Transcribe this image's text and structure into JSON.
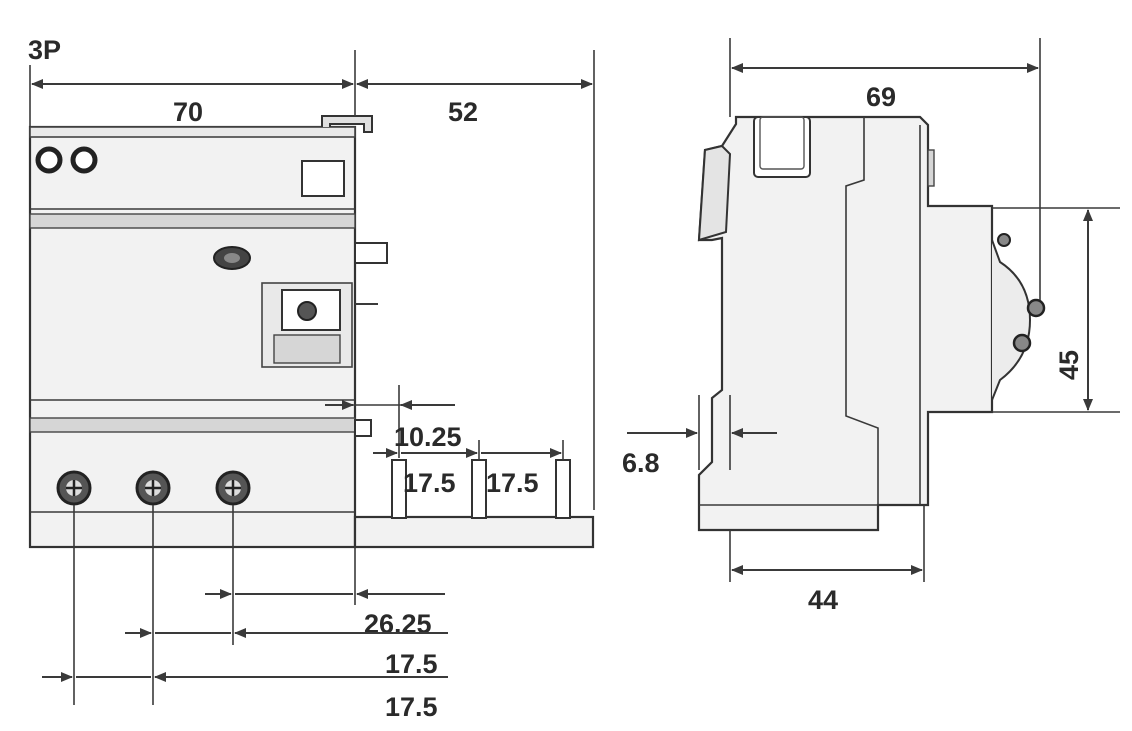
{
  "labels": {
    "poles": "3P",
    "width_front": "70",
    "width_busbar": "52",
    "busbar_offset": "10.25",
    "pitch_busbar_a": "17.5",
    "pitch_busbar_b": "17.5",
    "terminal_offset": "26.25",
    "terminal_pitch_a": "17.5",
    "terminal_pitch_b": "17.5",
    "depth_total": "69",
    "depth_base": "44",
    "height_front": "45",
    "rail_offset": "6.8"
  },
  "colors": {
    "line": "#3a3a3a",
    "text": "#2a2a2a",
    "fill": "#f2f2f2"
  }
}
